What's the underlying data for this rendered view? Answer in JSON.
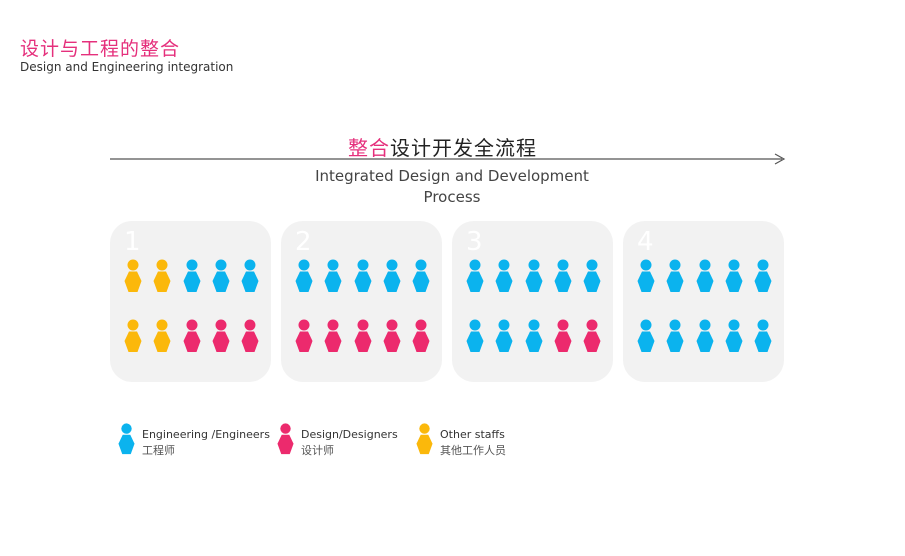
{
  "header": {
    "title_cn": "设计与工程的整合",
    "title_en": "Design and Engineering integration"
  },
  "process": {
    "title_accent": "整合",
    "title_rest": "设计开发全流程",
    "subtitle_line1": "Integrated Design and Development",
    "subtitle_line2": "Process"
  },
  "colors": {
    "engineer": "#0bb3ee",
    "designer": "#ec2a6d",
    "other": "#fbb80b",
    "accent": "#e5307c",
    "panel": "#f2f2f2"
  },
  "stages": [
    {
      "number": "1",
      "rows": [
        [
          "other",
          "other",
          "engineer",
          "engineer",
          "engineer"
        ],
        [
          "other",
          "other",
          "designer",
          "designer",
          "designer"
        ]
      ]
    },
    {
      "number": "2",
      "rows": [
        [
          "engineer",
          "engineer",
          "engineer",
          "engineer",
          "engineer"
        ],
        [
          "designer",
          "designer",
          "designer",
          "designer",
          "designer"
        ]
      ]
    },
    {
      "number": "3",
      "rows": [
        [
          "engineer",
          "engineer",
          "engineer",
          "engineer",
          "engineer"
        ],
        [
          "engineer",
          "engineer",
          "engineer",
          "designer",
          "designer"
        ]
      ]
    },
    {
      "number": "4",
      "rows": [
        [
          "engineer",
          "engineer",
          "engineer",
          "engineer",
          "engineer"
        ],
        [
          "engineer",
          "engineer",
          "engineer",
          "engineer",
          "engineer"
        ]
      ]
    }
  ],
  "legend": [
    {
      "role": "engineer",
      "label_en": "Engineering /Engineers",
      "label_cn": "工程师"
    },
    {
      "role": "designer",
      "label_en": "Design/Designers",
      "label_cn": "设计师"
    },
    {
      "role": "other",
      "label_en": "Other staffs",
      "label_cn": "其他工作人员"
    }
  ]
}
